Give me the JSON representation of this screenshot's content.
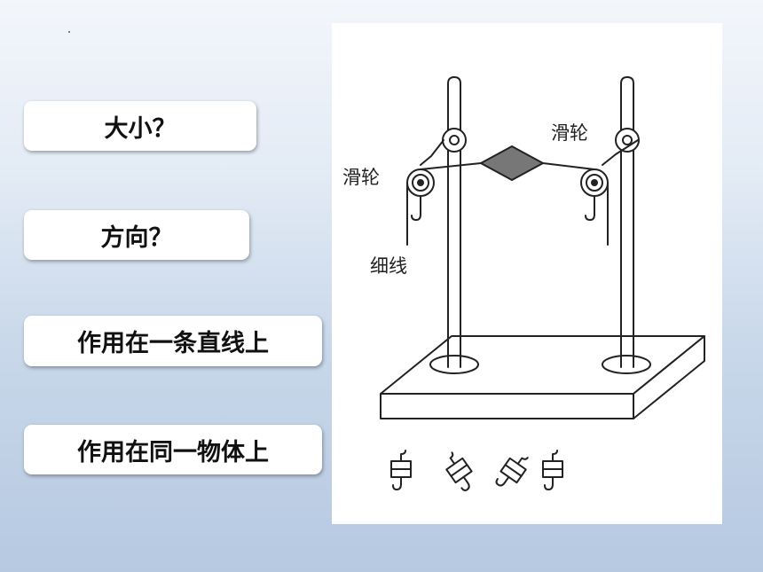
{
  "labels": {
    "magnitude": "大小？",
    "direction": "方向？",
    "same_line": "作用在一条直线上",
    "same_object": "作用在同一物体上"
  },
  "figure": {
    "pulley_right": "滑轮",
    "pulley_left": "滑轮",
    "string": "细线"
  }
}
